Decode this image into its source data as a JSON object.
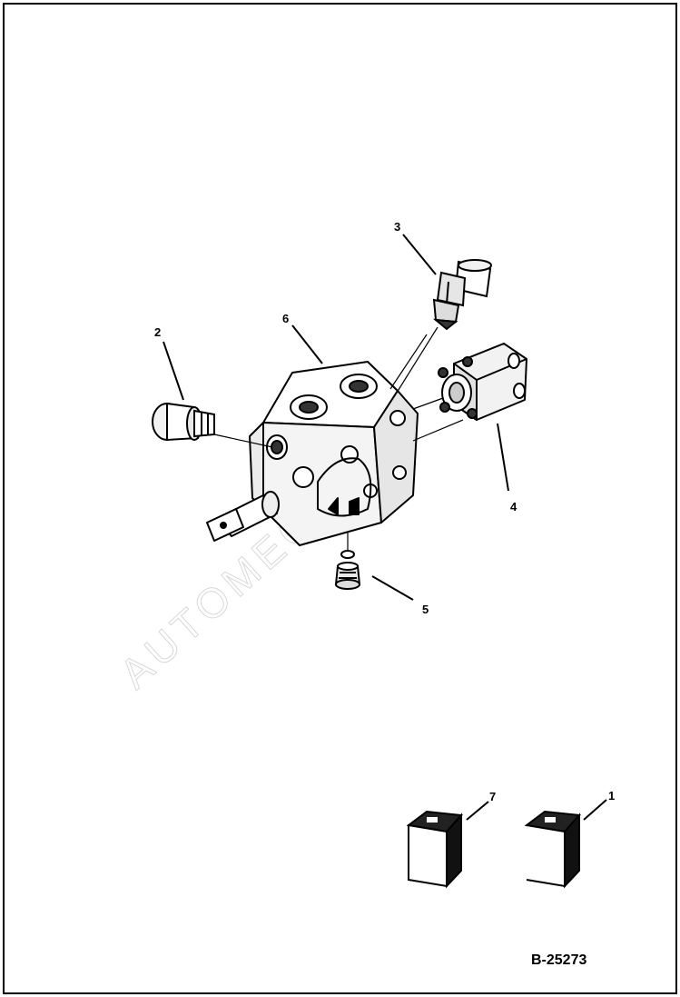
{
  "figure": {
    "id": "B-25273",
    "callouts": {
      "c1": "1",
      "c2": "2",
      "c3": "3",
      "c4": "4",
      "c5": "5",
      "c6": "6",
      "c7": "7"
    },
    "watermark": "AUTOMECH DIY"
  }
}
